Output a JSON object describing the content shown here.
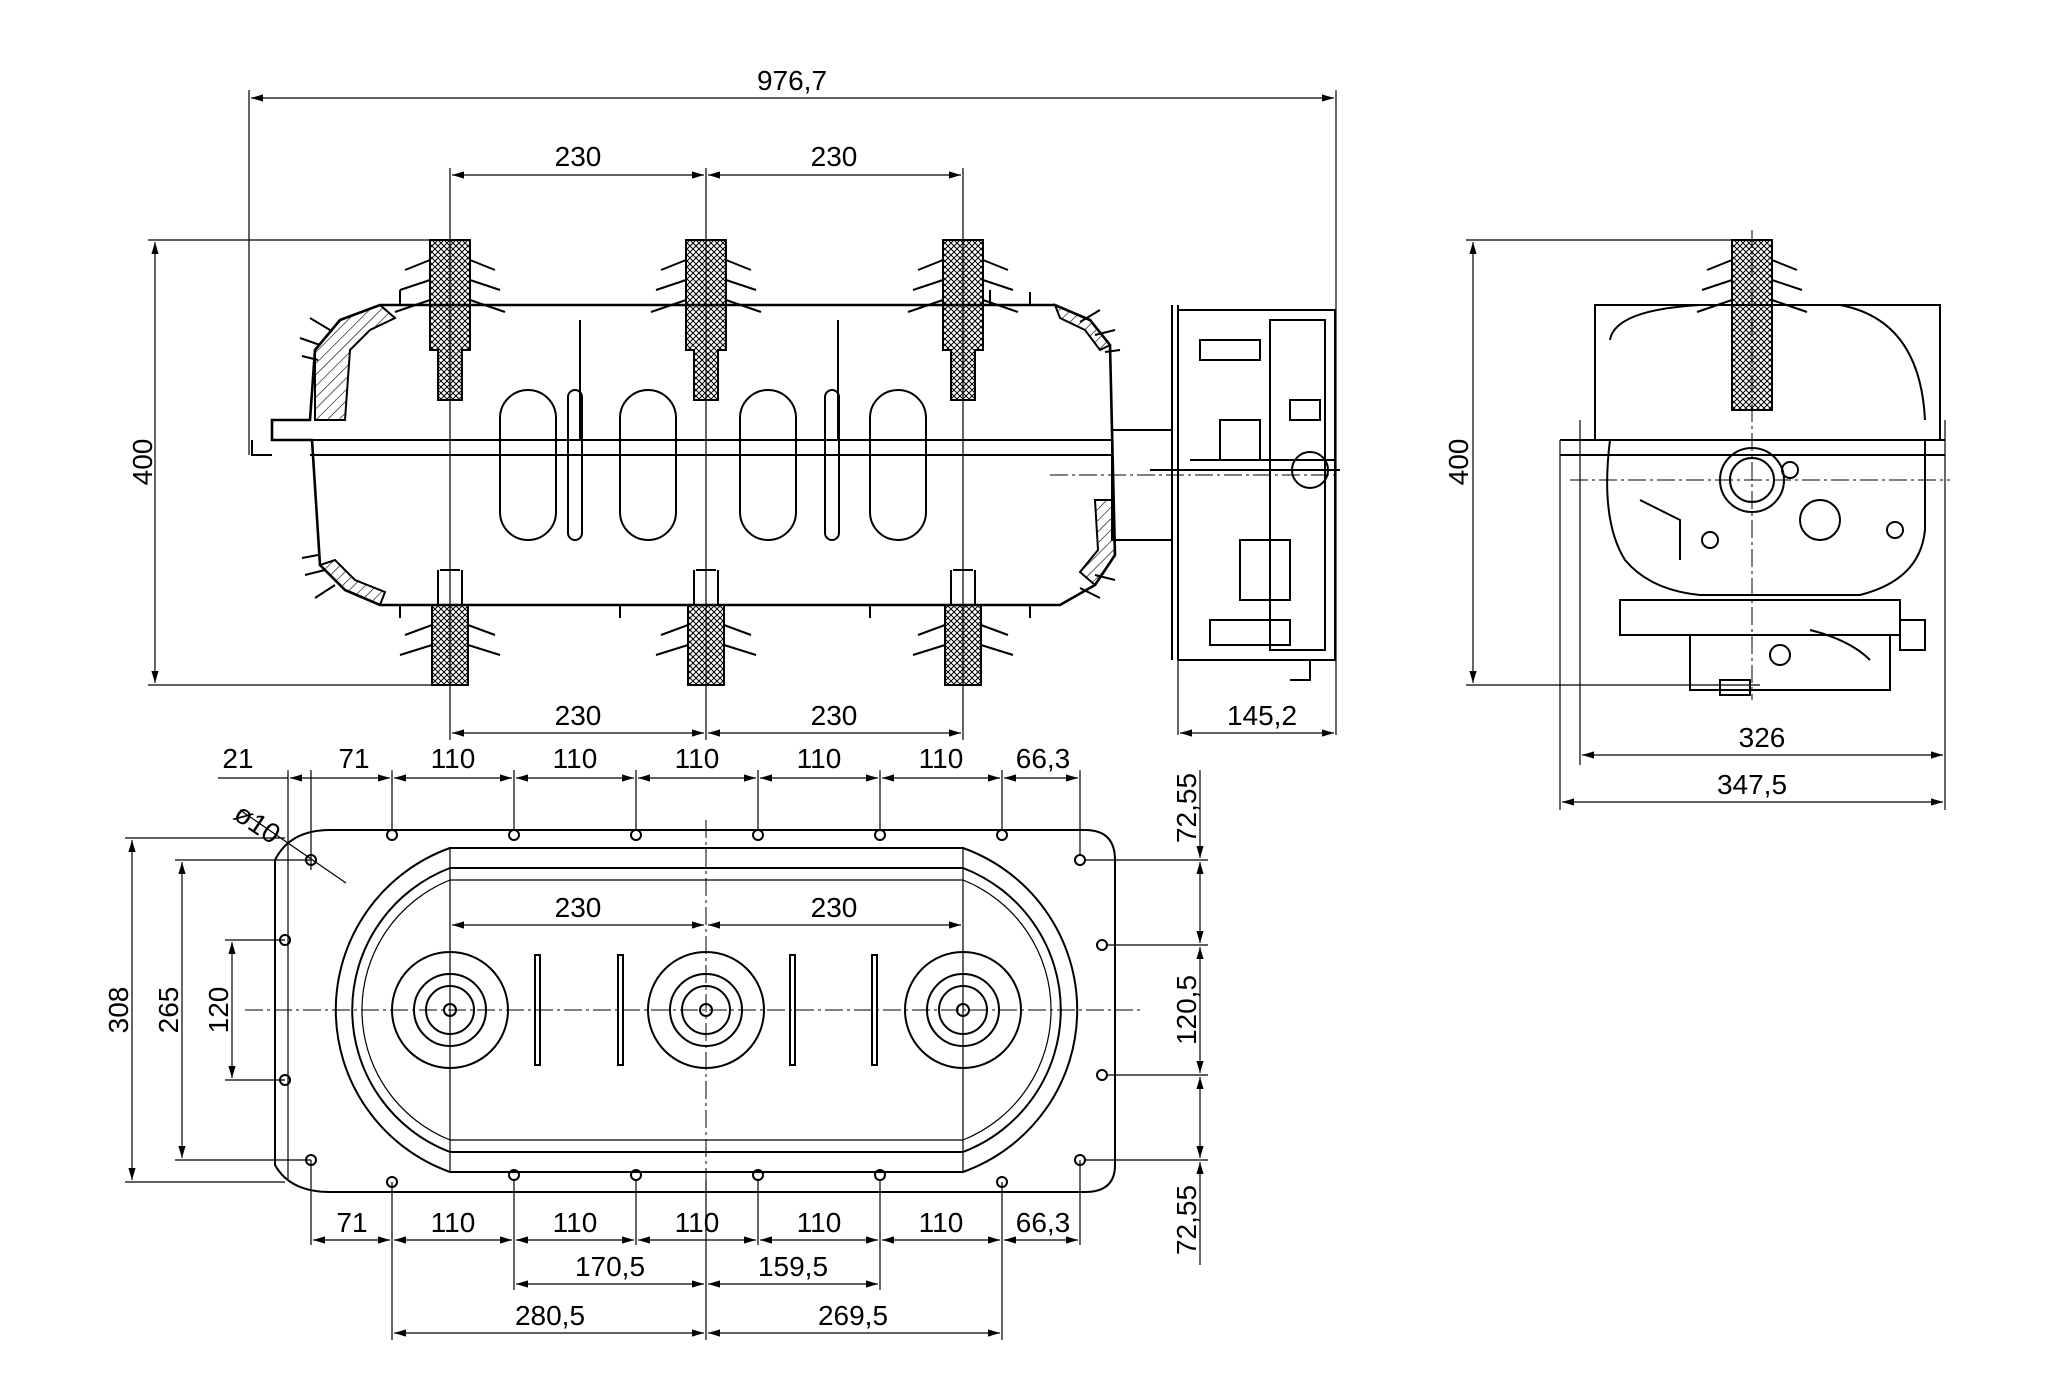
{
  "drawing": {
    "front_view": {
      "overall_width": "976,7",
      "pole_pitch_top": [
        "230",
        "230"
      ],
      "pole_pitch_bottom": [
        "230",
        "230"
      ],
      "height": "400",
      "mechanism_depth": "145,2"
    },
    "side_view": {
      "height": "400",
      "width_inner": "326",
      "width_outer": "347,5"
    },
    "plan_view": {
      "top_offsets": [
        "21",
        "71",
        "110",
        "110",
        "110",
        "110",
        "110",
        "66,3"
      ],
      "bottom_offsets": [
        "71",
        "110",
        "110",
        "110",
        "110",
        "110",
        "66,3"
      ],
      "hole_diameter": "ø10",
      "pole_pitch": [
        "230",
        "230"
      ],
      "overall_depth": "308",
      "inner_depth": "265",
      "center_depth": "120",
      "right_spacing": [
        "72,55",
        "120,5",
        "72,55"
      ],
      "bottom_spacing_inner": [
        "170,5",
        "159,5"
      ],
      "bottom_spacing_outer": [
        "280,5",
        "269,5"
      ]
    }
  }
}
